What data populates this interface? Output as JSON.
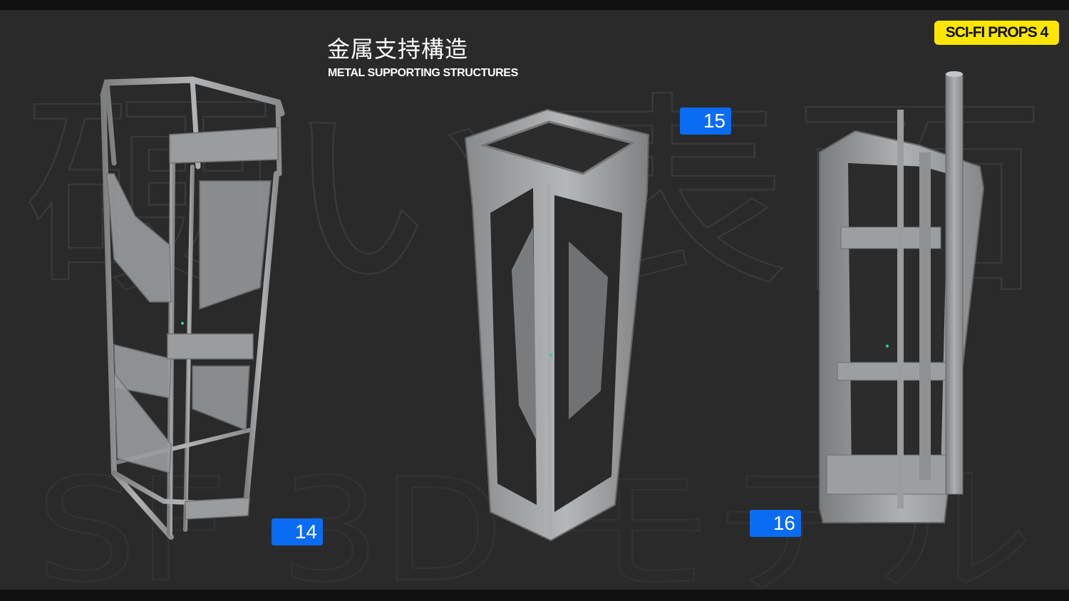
{
  "watermark": {
    "line1": "硬い表面",
    "line2": "SF 3D モデル"
  },
  "header": {
    "title_jp": "金属支持構造",
    "title_en": "METAL SUPPORTING STRUCTURES"
  },
  "badge": {
    "label": "SCI-FI PROPS 4",
    "color": "#ffe600"
  },
  "items": [
    {
      "number": "14"
    },
    {
      "number": "15"
    },
    {
      "number": "16"
    }
  ],
  "colors": {
    "background": "#2a2a2a",
    "tag": "#0a6cf2",
    "metal": "#9a9c9e"
  }
}
